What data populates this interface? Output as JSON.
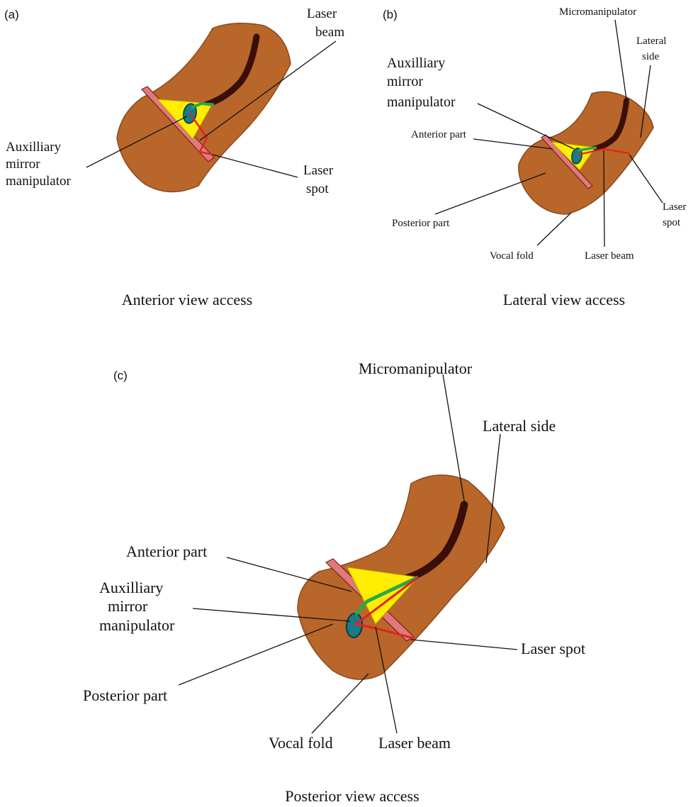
{
  "panels": {
    "a": {
      "panel_label": "(a)",
      "caption": "Anterior view access",
      "labels": {
        "laser_beam": [
          "Laser",
          "beam"
        ],
        "aux_mirror": [
          "Auxilliary",
          "mirror",
          "manipulator"
        ],
        "laser_spot": [
          "Laser",
          "spot"
        ]
      }
    },
    "b": {
      "panel_label": "(b)",
      "caption": "Lateral view access",
      "labels": {
        "micromanipulator": "Micromanipulator",
        "lateral_side": [
          "Lateral",
          "side"
        ],
        "aux_mirror": [
          "Auxilliary",
          "mirror",
          "manipulator"
        ],
        "anterior_part": "Anterior part",
        "posterior_part": "Posterior part",
        "laser_spot": [
          "Laser",
          "spot"
        ],
        "vocal_fold": "Vocal fold",
        "laser_beam": "Laser beam"
      }
    },
    "c": {
      "panel_label": "(c)",
      "caption": "Posterior view access",
      "labels": {
        "micromanipulator": "Micromanipulator",
        "lateral_side": "Lateral side",
        "anterior_part": "Anterior part",
        "aux_mirror": [
          "Auxilliary",
          "mirror",
          "manipulator"
        ],
        "laser_spot": "Laser spot",
        "posterior_part": "Posterior part",
        "vocal_fold": "Vocal fold",
        "laser_beam": "Laser beam"
      }
    }
  },
  "colors": {
    "tissue": "#b8662a",
    "tissue_edge": "#8a4a1c",
    "channel": "#3a0f0a",
    "fold": "#e07a7a",
    "fold_edge": "#7a2020",
    "triangle": "#ffee00",
    "mirror": "#1a7a86",
    "mirror_edge": "#0a3a40",
    "beam_red": "#e82020",
    "beam_green": "#2aa84a"
  }
}
